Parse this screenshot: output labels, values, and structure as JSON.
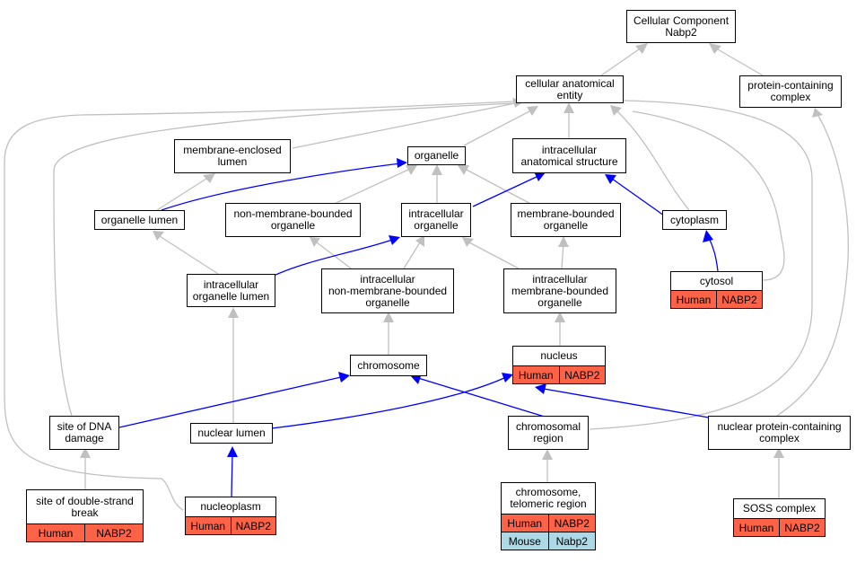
{
  "colors": {
    "is_a_edge": "#c0c0c0",
    "part_of_edge": "#0000ff",
    "human_cell": "#ff6347",
    "mouse_cell": "#add8e6"
  },
  "nodes": {
    "root": "Cellular Component\nNabp2",
    "cae": "cellular anatomical\nentity",
    "pcc": "protein-containing\ncomplex",
    "mel": "membrane-enclosed\nlumen",
    "org": "organelle",
    "ias": "intracellular\nanatomical structure",
    "olu": "organelle lumen",
    "nmbo": "non-membrane-bounded\norganelle",
    "io": "intracellular\norganelle",
    "mbo": "membrane-bounded\norganelle",
    "cyt": "cytoplasm",
    "iol": "intracellular\norganelle lumen",
    "inmbo": "intracellular\nnon-membrane-bounded\norganelle",
    "imbo": "intracellular\nmembrane-bounded\norganelle",
    "chr": "chromosome",
    "dna": "site of DNA\ndamage",
    "nlu": "nuclear lumen",
    "chreg": "chromosomal\nregion",
    "npcc": "nuclear protein-containing\ncomplex"
  },
  "tables": {
    "cytosol": {
      "title": "cytosol",
      "rows": [
        [
          "Human",
          "NABP2"
        ]
      ]
    },
    "nucleus": {
      "title": "nucleus",
      "rows": [
        [
          "Human",
          "NABP2"
        ]
      ]
    },
    "dsb": {
      "title": "site of double-strand\nbreak",
      "rows": [
        [
          "Human",
          "NABP2"
        ]
      ]
    },
    "nucleoplasm": {
      "title": "nucleoplasm",
      "rows": [
        [
          "Human",
          "NABP2"
        ]
      ]
    },
    "telo": {
      "title": "chromosome,\ntelomeric region",
      "rows": [
        [
          "Human",
          "NABP2"
        ],
        [
          "Mouse",
          "Nabp2"
        ]
      ]
    },
    "soss": {
      "title": "SOSS complex",
      "rows": [
        [
          "Human",
          "NABP2"
        ]
      ]
    }
  }
}
